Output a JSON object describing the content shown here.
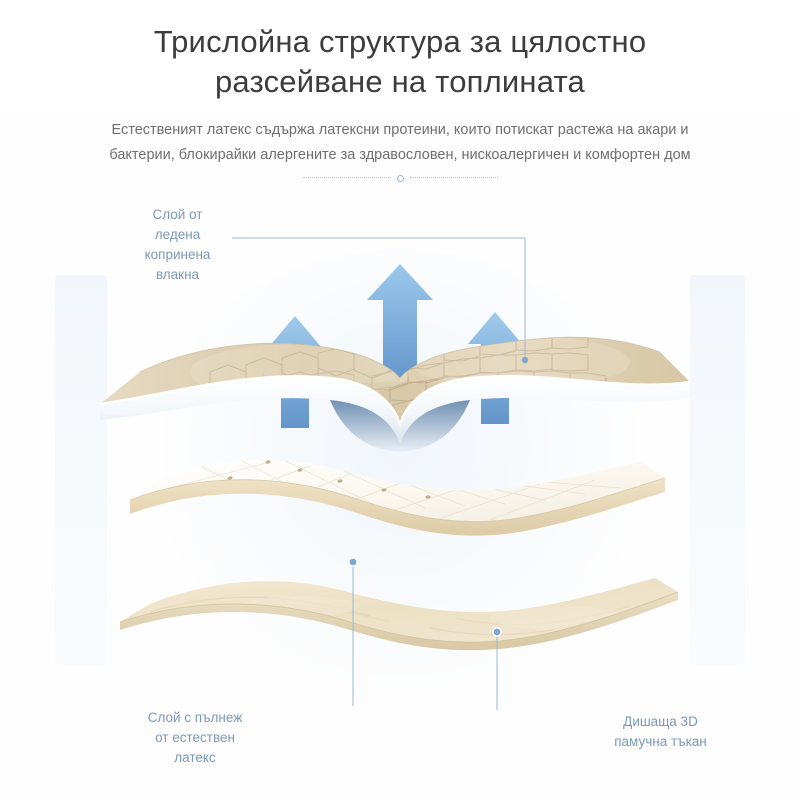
{
  "header": {
    "title": "Трислойна структура за цялостно\nразсейване на топлината",
    "subtitle": "Естественият латекс съдържа латексни протеини, които потискат растежа на акари и\nбактерии, блокирайки алергените за здравословен, нискоалергичен и комфортен дом"
  },
  "divider": {
    "icon": "dotted-divider-circle"
  },
  "labels": {
    "ice_fiber": "Слой от\nледена\nкопринена\nвлакна",
    "latex_fill": "Слой с пълнеж\nот естествен\nлатекс",
    "cotton_3d": "Дишаща 3D\nпамучна тъкан"
  },
  "diagram": {
    "arrows_count": 3,
    "arrow_label": "heat-dissipation-arrow",
    "layers": [
      {
        "name": "ice-silk-fiber-layer",
        "order": 1
      },
      {
        "name": "natural-latex-layer",
        "order": 2
      },
      {
        "name": "breathable-3d-cotton-layer",
        "order": 3
      }
    ]
  },
  "colors": {
    "title": "#3c3c3c",
    "subtitle": "#6e6e6e",
    "label": "#7c98b6",
    "accent": "#7fa8d0",
    "arrow_top": "#8fc0e8",
    "arrow_bottom": "#5c90c8",
    "latex_fill": "#efe4cf",
    "cotton_fill": "#f0e3c8",
    "fiber_fill": "#ddd0b8"
  }
}
